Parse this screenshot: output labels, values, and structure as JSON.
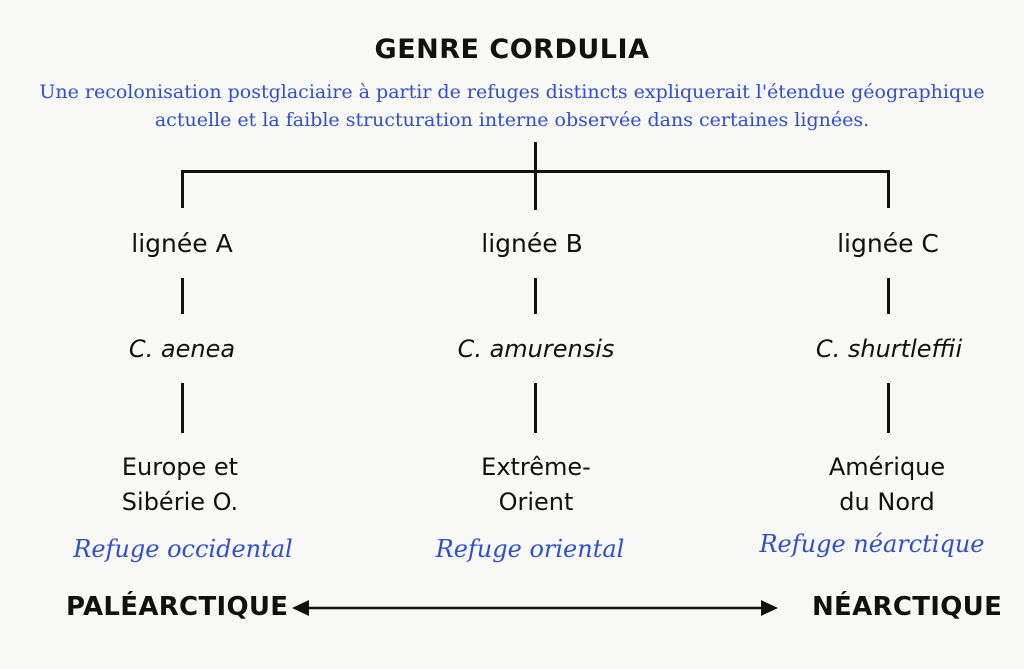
{
  "title": "GENRE CORDULIA",
  "subtitle_line1": "Une recolonisation postglaciaire à partir de refuges distincts expliquerait l'étendue géographique",
  "subtitle_line2": "actuelle et la faible structuration interne observée dans certaines lignées.",
  "colors": {
    "text": "#111111",
    "accent_blue": "#2f4fd0",
    "background": "#f8f8f6"
  },
  "lineages": [
    {
      "label": "lignée A",
      "species": "C. aenea",
      "region_line1": "Europe et",
      "region_line2": "Sibérie O.",
      "refuge": "Refuge occidental"
    },
    {
      "label": "lignée B",
      "species": "C. amurensis",
      "region_line1": "Extrême-",
      "region_line2": "Orient",
      "refuge": "Refuge oriental"
    },
    {
      "label": "lignée C",
      "species": "C. shurtleffii",
      "region_line1": "Amérique",
      "region_line2": "du Nord",
      "refuge": "Refuge néarctique"
    }
  ],
  "realms": {
    "left": "PALÉARCTIQUE",
    "right": "NÉARCTIQUE"
  }
}
